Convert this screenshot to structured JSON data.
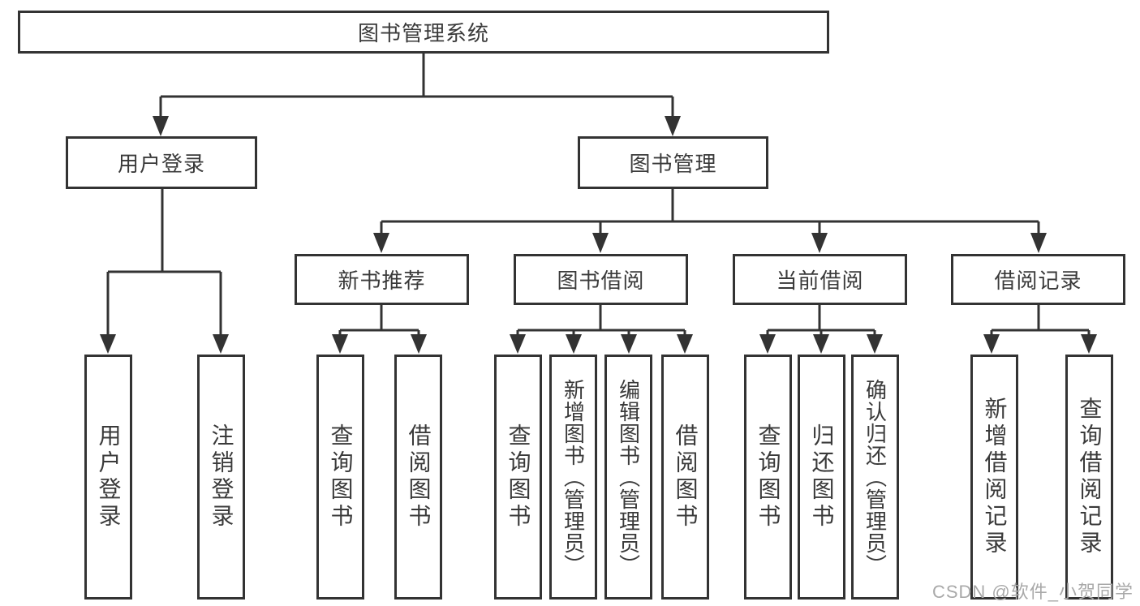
{
  "diagram": {
    "type": "hierarchy-tree",
    "orientation": "top-down",
    "colors": {
      "background": "#ffffff",
      "line": "#333333",
      "box_border": "#333333",
      "text": "#3a3a3a",
      "watermark": "#a9a9a9"
    },
    "tree": {
      "root": {
        "label": "图书管理系统"
      },
      "branches": [
        {
          "label": "用户登录",
          "children": [
            {
              "label": "用户登录"
            },
            {
              "label": "注销登录"
            }
          ]
        },
        {
          "label": "图书管理",
          "children": [
            {
              "label": "新书推荐",
              "children": [
                {
                  "label": "查询图书"
                },
                {
                  "label": "借阅图书"
                }
              ]
            },
            {
              "label": "图书借阅",
              "children": [
                {
                  "label": "查询图书"
                },
                {
                  "label": "新增图书（管理员）"
                },
                {
                  "label": "编辑图书（管理员）"
                },
                {
                  "label": "借阅图书"
                }
              ]
            },
            {
              "label": "当前借阅",
              "children": [
                {
                  "label": "查询图书"
                },
                {
                  "label": "归还图书"
                },
                {
                  "label": "确认归还（管理员）"
                }
              ]
            },
            {
              "label": "借阅记录",
              "children": [
                {
                  "label": "新增借阅记录"
                },
                {
                  "label": "查询借阅记录"
                }
              ]
            }
          ]
        }
      ]
    },
    "watermark": "CSDN @软件_小贺同学"
  }
}
